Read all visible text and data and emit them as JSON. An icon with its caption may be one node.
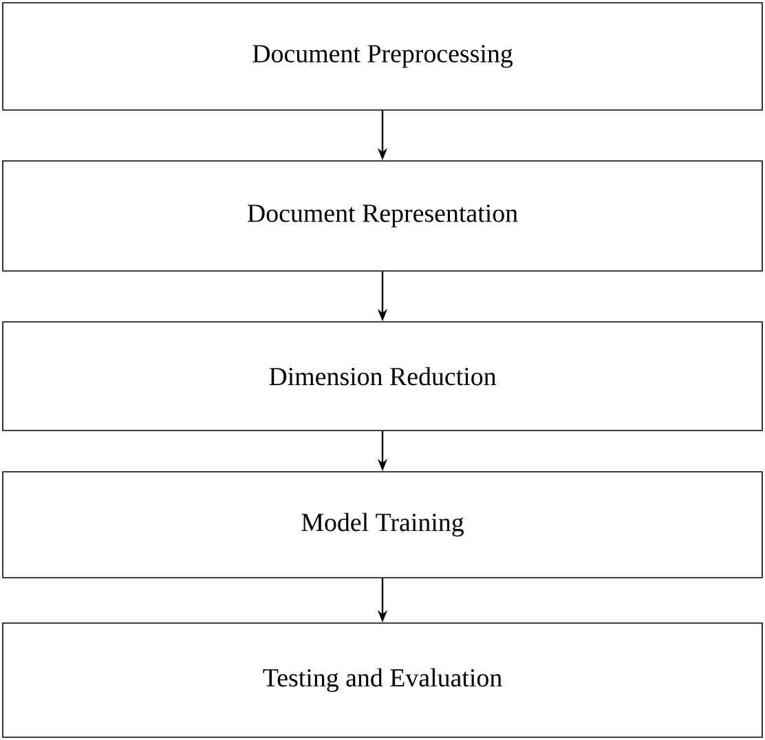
{
  "diagram": {
    "nodes": [
      {
        "text": [
          "Document Preprocessing"
        ]
      },
      {
        "text": [
          "Document Representation"
        ]
      },
      {
        "text": [
          "Dimension Reduction"
        ]
      },
      {
        "text": [
          "Model Training"
        ]
      },
      {
        "text": [
          "Testing and Evaluation"
        ]
      }
    ],
    "edges": [
      {
        "from": 0,
        "to": 1,
        "arrow": "to"
      },
      {
        "from": 1,
        "to": 2,
        "arrow": "to"
      },
      {
        "from": 2,
        "to": 3,
        "arrow": "to"
      },
      {
        "from": 3,
        "to": 4,
        "arrow": "to"
      }
    ]
  }
}
